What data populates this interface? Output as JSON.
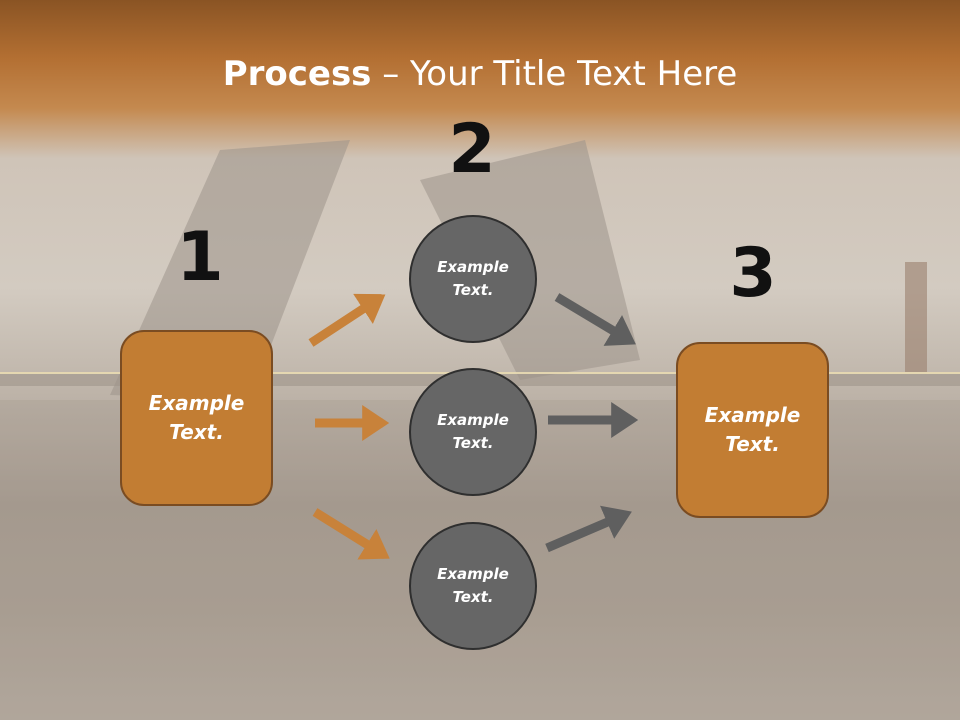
{
  "slide": {
    "title_bold": "Process",
    "title_rest": " – Your Title Text Here"
  },
  "steps": [
    {
      "number": "1",
      "box_text": "Example Text."
    },
    {
      "number": "2",
      "circles": [
        "Example Text.",
        "Example Text.",
        "Example Text."
      ]
    },
    {
      "number": "3",
      "box_text": "Example Text."
    }
  ],
  "colors": {
    "orange_fill": "#c27d33",
    "orange_border": "#7a4c22",
    "grey_fill": "#666666",
    "grey_border": "#2f2f2f",
    "arrow_orange": "#c8823a",
    "arrow_grey": "#5f5f5f"
  }
}
